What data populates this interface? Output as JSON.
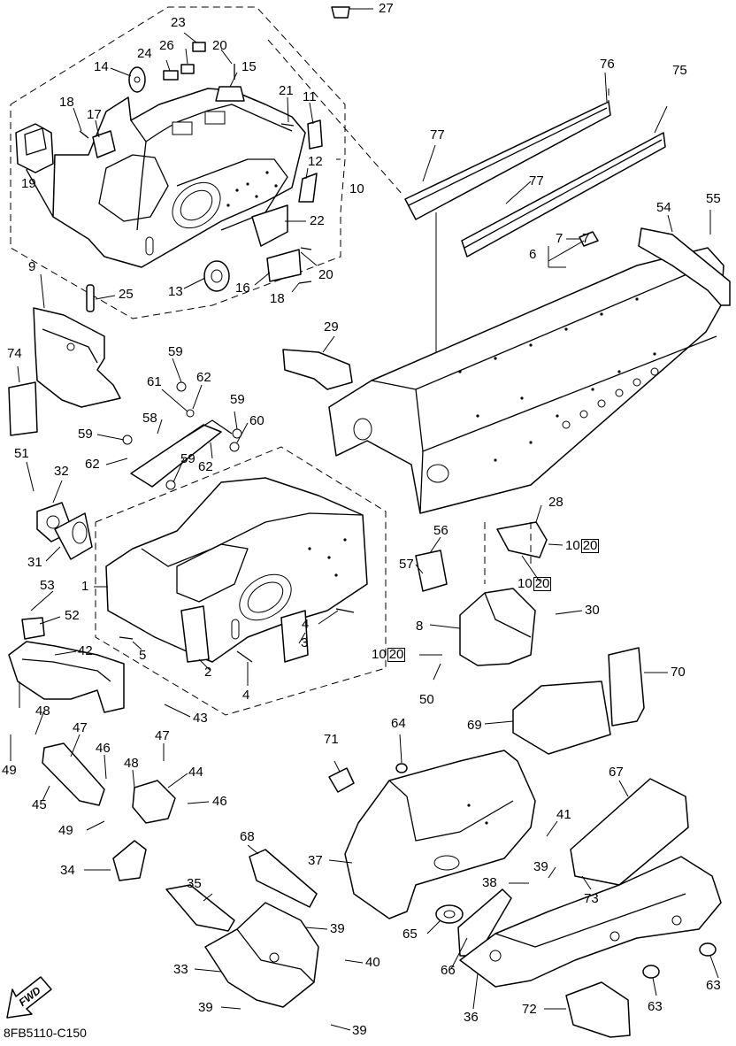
{
  "diagram": {
    "catalog_code": "8FB5110-C150",
    "direction_label": "FWD",
    "callouts": {
      "c1": "1",
      "c2": "2",
      "c3": "3",
      "c4a": "4",
      "c4b": "4",
      "c5": "5",
      "c6": "6",
      "c7a": "7",
      "c7b": "7",
      "c8": "8",
      "c9": "9",
      "c10a": "10",
      "c10b": "10",
      "c10c": "10",
      "c10d": "10",
      "c11": "11",
      "c12": "12",
      "c13": "13",
      "c14": "14",
      "c15": "15",
      "c16": "16",
      "c17": "17",
      "c18a": "18",
      "c18b": "18",
      "c19": "19",
      "c20a": "20",
      "c20b": "20",
      "c20c": "20",
      "c20d": "20",
      "c20e": "20",
      "c21": "21",
      "c22": "22",
      "c23": "23",
      "c24": "24",
      "c25": "25",
      "c26": "26",
      "c27": "27",
      "c28": "28",
      "c29": "29",
      "c30": "30",
      "c31": "31",
      "c32": "32",
      "c33": "33",
      "c34": "34",
      "c35": "35",
      "c36": "36",
      "c37": "37",
      "c38": "38",
      "c39a": "39",
      "c39b": "39",
      "c39c": "39",
      "c39d": "39",
      "c40": "40",
      "c41": "41",
      "c42": "42",
      "c43": "43",
      "c44": "44",
      "c45": "45",
      "c46a": "46",
      "c46b": "46",
      "c47a": "47",
      "c47b": "47",
      "c48a": "48",
      "c48b": "48",
      "c49a": "49",
      "c49b": "49",
      "c50": "50",
      "c51": "51",
      "c52": "52",
      "c53": "53",
      "c54": "54",
      "c55": "55",
      "c56": "56",
      "c57": "57",
      "c58": "58",
      "c59a": "59",
      "c59b": "59",
      "c59c": "59",
      "c59d": "59",
      "c60": "60",
      "c61": "61",
      "c62a": "62",
      "c62b": "62",
      "c62c": "62",
      "c63a": "63",
      "c63b": "63",
      "c64": "64",
      "c65": "65",
      "c66": "66",
      "c67": "67",
      "c68": "68",
      "c69": "69",
      "c70": "70",
      "c71": "71",
      "c72": "72",
      "c73": "73",
      "c74": "74",
      "c75": "75",
      "c76": "76",
      "c77a": "77",
      "c77b": "77"
    }
  }
}
